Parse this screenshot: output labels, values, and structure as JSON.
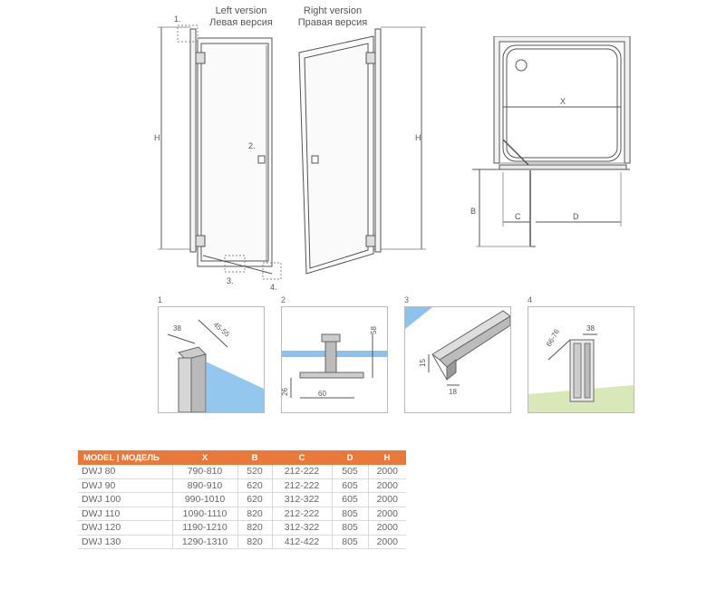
{
  "versions": {
    "left_en": "Left version",
    "left_ru": "Левая версия",
    "right_en": "Right version",
    "right_ru": "Правая версия"
  },
  "door_labels": {
    "h_left": "H",
    "h_right": "H",
    "callout_1": "1.",
    "callout_2": "2.",
    "callout_3": "3.",
    "callout_4": "4."
  },
  "plan_labels": {
    "x": "X",
    "b": "B",
    "c": "C",
    "d": "D"
  },
  "details": [
    {
      "num": "1",
      "dims": [
        "38",
        "45-55"
      ]
    },
    {
      "num": "2",
      "dims": [
        "58",
        "26",
        "60"
      ]
    },
    {
      "num": "3",
      "dims": [
        "15",
        "18"
      ]
    },
    {
      "num": "4",
      "dims": [
        "66-76",
        "38"
      ]
    }
  ],
  "table": {
    "headers": [
      "MODEL | МОДЕЛЬ",
      "X",
      "B",
      "C",
      "D",
      "H"
    ],
    "rows": [
      [
        "DWJ 80",
        "790-810",
        "520",
        "212-222",
        "505",
        "2000"
      ],
      [
        "DWJ 90",
        "890-910",
        "620",
        "212-222",
        "605",
        "2000"
      ],
      [
        "DWJ 100",
        "990-1010",
        "620",
        "312-322",
        "605",
        "2000"
      ],
      [
        "DWJ 110",
        "1090-1110",
        "820",
        "212-222",
        "805",
        "2000"
      ],
      [
        "DWJ 120",
        "1190-1210",
        "820",
        "312-322",
        "805",
        "2000"
      ],
      [
        "DWJ 130",
        "1290-1310",
        "820",
        "412-422",
        "805",
        "2000"
      ]
    ]
  },
  "colors": {
    "header": "#e8793a",
    "glass": "#6fb4e8",
    "line": "#555555"
  }
}
